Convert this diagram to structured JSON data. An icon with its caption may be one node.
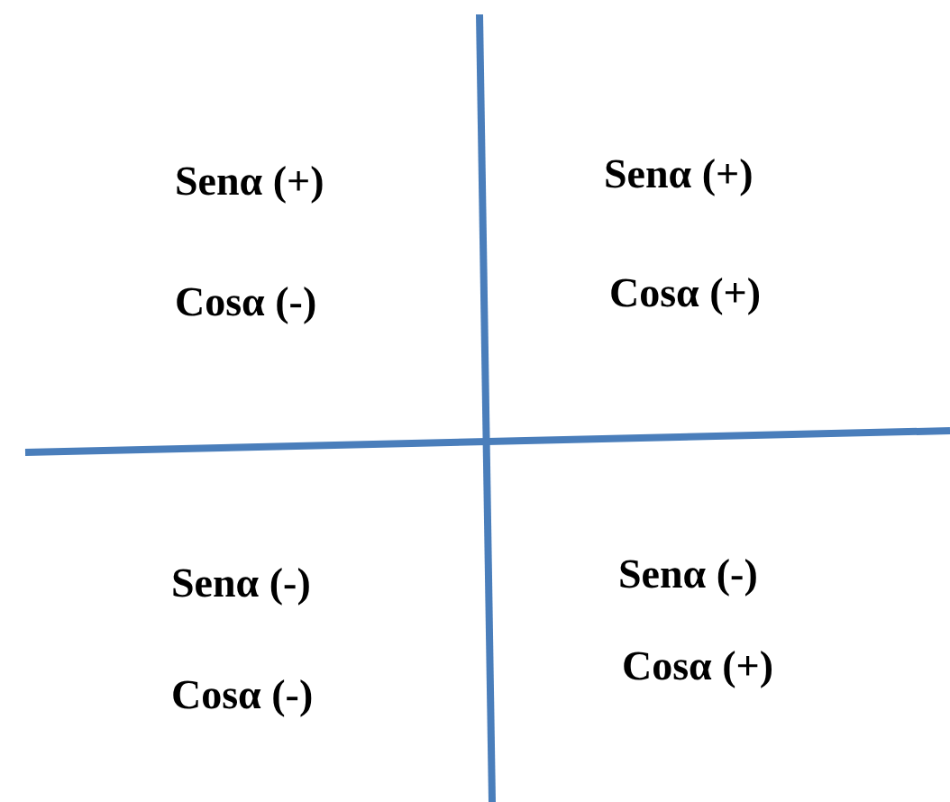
{
  "diagram": {
    "labels": [
      "Senα (+)",
      "Senα (+)",
      "Cosα (-)",
      "Cosα (+)",
      "Senα (-)",
      "Senα (-)",
      "Cosα (-)",
      "Cosα (+)"
    ]
  }
}
